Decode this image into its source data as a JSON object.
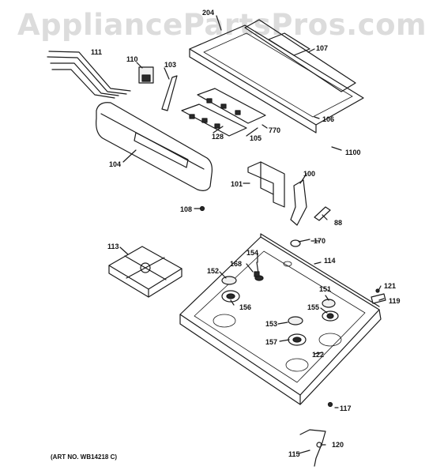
{
  "watermark": "AppliancePartsPros.com",
  "art_number": "(ART NO. WB14218 C)",
  "parts": {
    "p204": "204",
    "p107": "107",
    "p111": "111",
    "p110": "110",
    "p103": "103",
    "p106": "106",
    "p770": "770",
    "p128": "128",
    "p105": "105",
    "p104": "104",
    "p1100": "1100",
    "p101": "101",
    "p100": "100",
    "p108": "108",
    "p88": "88",
    "p170": "170",
    "p113": "113",
    "p154": "154",
    "p114": "114",
    "p168": "168",
    "p152": "152",
    "p151": "151",
    "p121": "121",
    "p156": "156",
    "p155": "155",
    "p119": "119",
    "p153": "153",
    "p157": "157",
    "p122": "122",
    "p117": "117",
    "p120": "120",
    "p115": "115"
  }
}
